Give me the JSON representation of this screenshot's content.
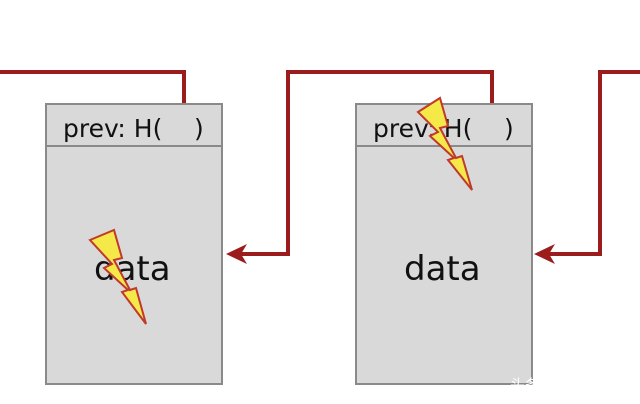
{
  "colors": {
    "link": "#9b1c1c",
    "block_fill": "#d9d9d9",
    "block_border": "#8a8a8a",
    "bolt_fill": "#f5e94a",
    "bolt_stroke": "#c0392b"
  },
  "blocks": [
    {
      "header_prefix": "prev: H(",
      "header_suffix": ")",
      "body": "data"
    },
    {
      "header_prefix": "prev: H(",
      "header_suffix": ")",
      "body": "data"
    }
  ],
  "icons": {
    "tamper": "lightning-bolt-icon",
    "arrow": "arrowhead-icon"
  },
  "watermark": "头条 @弱电笔记"
}
